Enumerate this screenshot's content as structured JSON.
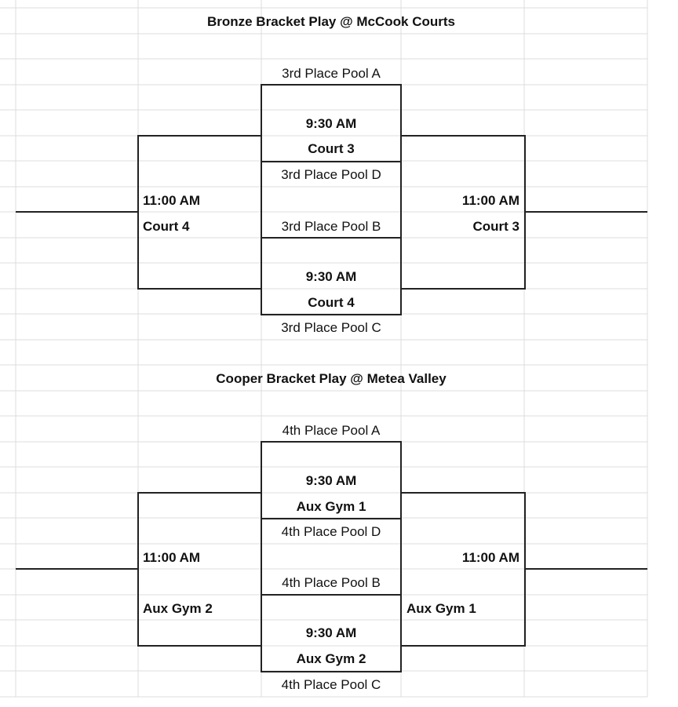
{
  "bronze": {
    "title": "Bronze Bracket Play @ McCook Courts",
    "team_a": "3rd Place Pool A",
    "team_d": "3rd Place Pool D",
    "team_b": "3rd Place Pool B",
    "team_c": "3rd Place Pool C",
    "match1": {
      "time": "9:30 AM",
      "court": "Court 3"
    },
    "match2": {
      "time": "9:30 AM",
      "court": "Court 4"
    },
    "left_final": {
      "time": "11:00 AM",
      "court": "Court 4"
    },
    "right_final": {
      "time": "11:00 AM",
      "court": "Court 3"
    }
  },
  "cooper": {
    "title": "Cooper Bracket Play @ Metea Valley",
    "team_a": "4th Place Pool A",
    "team_d": "4th Place Pool D",
    "team_b": "4th Place Pool B",
    "team_c": "4th Place Pool C",
    "match1": {
      "time": "9:30 AM",
      "court": "Aux Gym 1"
    },
    "match2": {
      "time": "9:30 AM",
      "court": "Aux Gym 2"
    },
    "left_final": {
      "time": "11:00 AM",
      "court": "Aux Gym 2"
    },
    "right_final": {
      "time": "11:00 AM",
      "court": "Aux Gym 1"
    }
  }
}
